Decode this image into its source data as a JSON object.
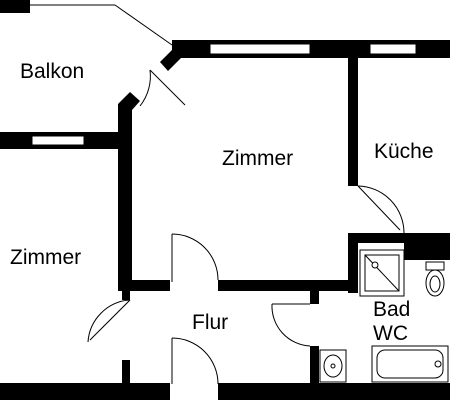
{
  "rooms": {
    "balkon": "Balkon",
    "zimmer_main": "Zimmer",
    "kueche": "Küche",
    "zimmer_left": "Zimmer",
    "flur": "Flur",
    "bad": "Bad",
    "wc": "WC"
  },
  "colors": {
    "walls": "#000000",
    "background": "#ffffff"
  }
}
